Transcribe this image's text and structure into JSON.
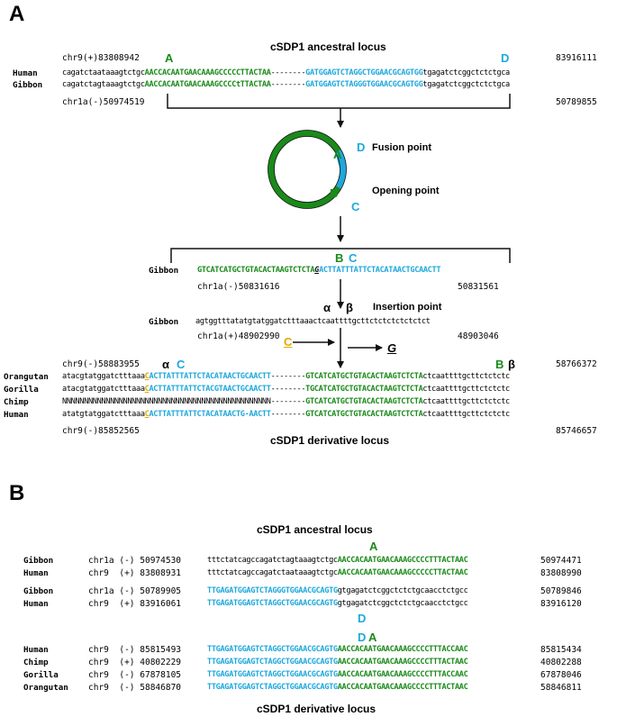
{
  "colors": {
    "green": "#1a8a1a",
    "blue": "#1ea8dc",
    "yellow": "#e0a800",
    "black": "#111111"
  },
  "panelA": {
    "label": "A",
    "ancestral": {
      "title": "cSDP1 ancestral locus",
      "coord_top_left": "chr9(+)83808942",
      "coord_top_right": "83916111",
      "coord_bottom_left": "chr1a(-)50974519",
      "coord_bottom_right": "50789855",
      "letter_left": "A",
      "letter_right": "D",
      "rows": [
        {
          "species": "Human",
          "left": "cagatctaataaagtctgc",
          "green": "AACCACAATGAACAAAGCCCCCTTACTAA",
          "gap": "--------",
          "blue": "GATGGAGTCTAGGCTGGAACGCAGTGG",
          "right": "tgagatctcggctctctgca"
        },
        {
          "species": "Gibbon",
          "left": "cagatctagtaaagtctgc",
          "green": "AACCACAATGAACAAAGCCCCtTTACTAA",
          "gap": "--------",
          "blue": "GATGGAGTCTAGGGTGGAACGCAGTGG",
          "right": "tgagatctcggctctctgca"
        }
      ]
    },
    "circle": {
      "fusion_label": "Fusion point",
      "opening_label": "Opening point",
      "letters": {
        "a": "A",
        "b": "B",
        "c": "C",
        "d": "D"
      }
    },
    "opened": {
      "species": "Gibbon",
      "letter_b": "B",
      "letter_c": "C",
      "green": "GTCATCATGCTGTACACTAAGTCTCTA",
      "mid": "G",
      "blue": "ACTTATTTATTCTACATAACTGCAACTT",
      "coord_left": "chr1a(-)50831616",
      "coord_right": "50831561"
    },
    "insertion": {
      "label": "Insertion point",
      "alpha": "α",
      "beta": "β",
      "species": "Gibbon",
      "seq": "agtggtttatatgtatggatctttaaactcaattttgcttctctctctctctct",
      "coord_left": "chr1a(+)48902990",
      "coord_right": "48903046",
      "c_letter": "C",
      "g_letter": "G"
    },
    "derivative": {
      "title": "cSDP1 derivative locus",
      "coord_top_left": "chr9(-)58883955",
      "coord_top_right": "58766372",
      "coord_bottom_left": "chr9(-)85852565",
      "coord_bottom_right": "85746657",
      "alpha": "α",
      "letter_c": "C",
      "letter_b": "B",
      "beta": "β",
      "rows": [
        {
          "species": "Orangutan",
          "left": "atacgtatggatctttaaa",
          "mid": "C",
          "blue": "ACTTATTTATTCTACATAACTGCAACTT",
          "gap": "--------",
          "green": "GTCATCATGCTGTACACTAAGTCTCTA",
          "right": "ctcaattttgcttctctctc"
        },
        {
          "species": "Gorilla",
          "left": "atacgtatggatctttaaa",
          "mid": "C",
          "blue": "ACTTATTTATTCTACGTAACTGCAACTT",
          "gap": "--------",
          "green": "TGCATCATGCTGTACACTAAGTCTCTA",
          "right": "ctcaattttgcttctctctc"
        },
        {
          "species": "Chimp",
          "left": "NNNNNNNNNNNNNNNNNNN",
          "mid": "N",
          "blue": "NNNNNNNNNNNNNNNNNNNNNNNNNNNN",
          "gap": "--------",
          "green": "GTCATCATGCTGTACACTAAGTCTCTA",
          "right": "ctcaattttgcttctctctc"
        },
        {
          "species": "Human",
          "left": "atatgtatggatctttaaa",
          "mid": "C",
          "blue": "ACTTATTTATTCTACATAACTG-AACTT",
          "gap": "--------",
          "green": "GTCATCATGCTGTACACTAAGTCTCTA",
          "right": "ctcaattttgcttctctctc"
        }
      ]
    }
  },
  "panelB": {
    "label": "B",
    "ancestral_title": "cSDP1 ancestral locus",
    "derivative_title": "cSDP1 derivative locus",
    "letter_a": "A",
    "letter_d": "D",
    "letter_da_d": "D",
    "letter_da_a": "A",
    "groupA": [
      {
        "species": "Gibbon",
        "chr": "chr1a",
        "strand": "(-)",
        "start": "50974530",
        "black": "tttctatcagccagatctagtaaagtctgc",
        "green": "AACCACAATGAACAAAGCCCCTTTACTAAC",
        "end": "50974471"
      },
      {
        "species": "Human",
        "chr": "chr9",
        "strand": "(+)",
        "start": "83808931",
        "black": "tttctatcagccagatctaataaagtctgc",
        "green": "AACCACAATGAACAAAGCCCCCTTACTAAC",
        "end": "83808990"
      }
    ],
    "groupD": [
      {
        "species": "Gibbon",
        "chr": "chr1a",
        "strand": "(-)",
        "start": "50789905",
        "blue": "TTGAGATGGAGTCTAGGGTGGAACGCAGTG",
        "black": "gtgagatctcggctctctgcaacctctgcc",
        "end": "50789846"
      },
      {
        "species": "Human",
        "chr": "chr9",
        "strand": "(+)",
        "start": "83916061",
        "blue": "TTGAGATGGAGTCTAGGCTGGAACGCAGTG",
        "black": "gtgagatctcggctctctgcaacctctgcc",
        "end": "83916120"
      }
    ],
    "groupDA": [
      {
        "species": "Human",
        "chr": "chr9",
        "strand": "(-)",
        "start": "85815493",
        "blue": "TTGAGATGGAGTCTAGGCTGGAACGCAGTG",
        "green": "AACCACAATGAACAAAGCCCCTTTACCAAC",
        "end": "85815434"
      },
      {
        "species": "Chimp",
        "chr": "chr9",
        "strand": "(+)",
        "start": "40802229",
        "blue": "TTGAGATGGAGTCTAGGCTGGAACGCAGTG",
        "green": "AACCACAATGAACAAAGCCCCTTTACTAAC",
        "end": "40802288"
      },
      {
        "species": "Gorilla",
        "chr": "chr9",
        "strand": "(-)",
        "start": "67878105",
        "blue": "TTGAGATGGAGTCTAGGCTGGAACGCAGTG",
        "green": "AACCACAATGAACAAAGCCCCTTTACCAAC",
        "end": "67878046"
      },
      {
        "species": "Orangutan",
        "chr": "chr9",
        "strand": "(-)",
        "start": "58846870",
        "blue": "TTGAGATGGAGTCTAGGCTGGAACGCAGTG",
        "green": "AACCACAATGAACAAAGCCCCTTTACTAAC",
        "end": "58846811"
      }
    ]
  }
}
